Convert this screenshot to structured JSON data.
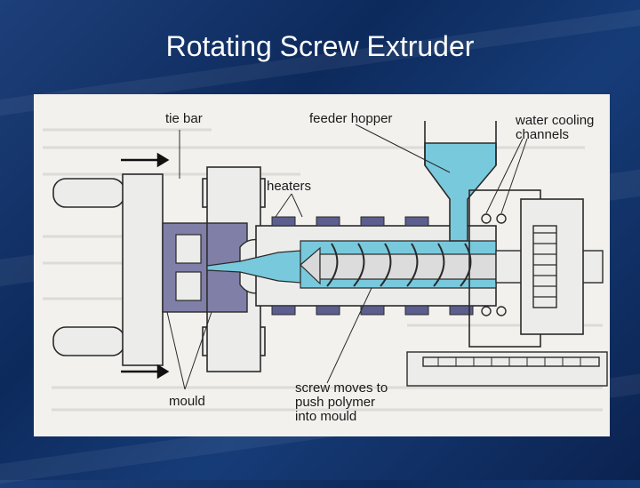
{
  "slide": {
    "title": "Rotating Screw Extruder"
  },
  "diagram": {
    "labels": {
      "tie_bar": "tie bar",
      "feeder_hopper": "feeder hopper",
      "water_cooling_1": "water cooling",
      "water_cooling_2": "channels",
      "heaters": "heaters",
      "mould": "mould",
      "screw_1": "screw moves to",
      "screw_2": "push polymer",
      "screw_3": "into mould"
    },
    "colors": {
      "polymer": "#79c9dd",
      "heater": "#5b5e8e",
      "mould_block": "#7f7fa8",
      "line": "#2a2a2a",
      "paper": "#f2f1ee"
    }
  }
}
